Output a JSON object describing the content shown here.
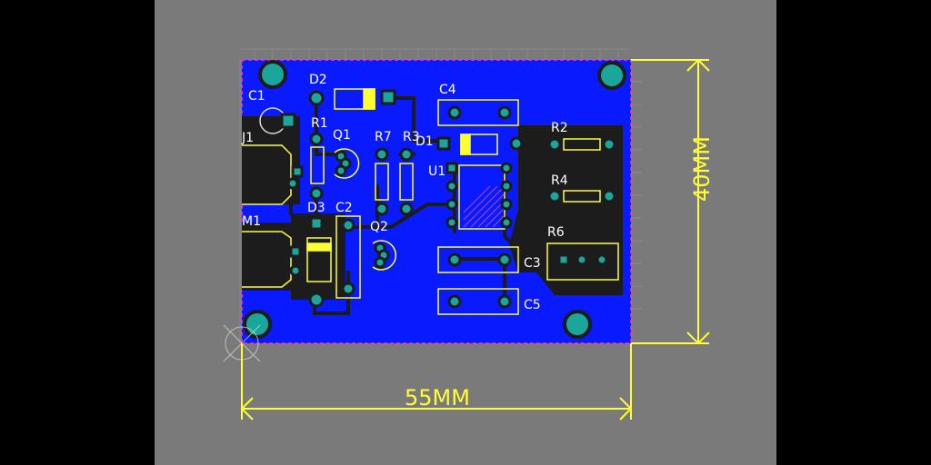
{
  "colors": {
    "background": "#7a7a7a",
    "copper_top": "#0a1aff",
    "silkscreen": "#ffff33",
    "pad": "#1aa69a",
    "trace_dark": "#1c1c1c",
    "outline": "#ff33cc"
  },
  "board": {
    "width_label": "55MM",
    "height_label": "40MM"
  },
  "components": {
    "D2": "D2",
    "C1": "C1",
    "R1": "R1",
    "J1": "J1",
    "Q1": "Q1",
    "R7": "R7",
    "R3": "R3",
    "D1": "D1",
    "U1": "U1",
    "C4": "C4",
    "R2": "R2",
    "R4": "R4",
    "R6": "R6",
    "D3": "D3",
    "C2": "C2",
    "M1": "M1",
    "Q2": "Q2",
    "C3": "C3",
    "C5": "C5"
  }
}
